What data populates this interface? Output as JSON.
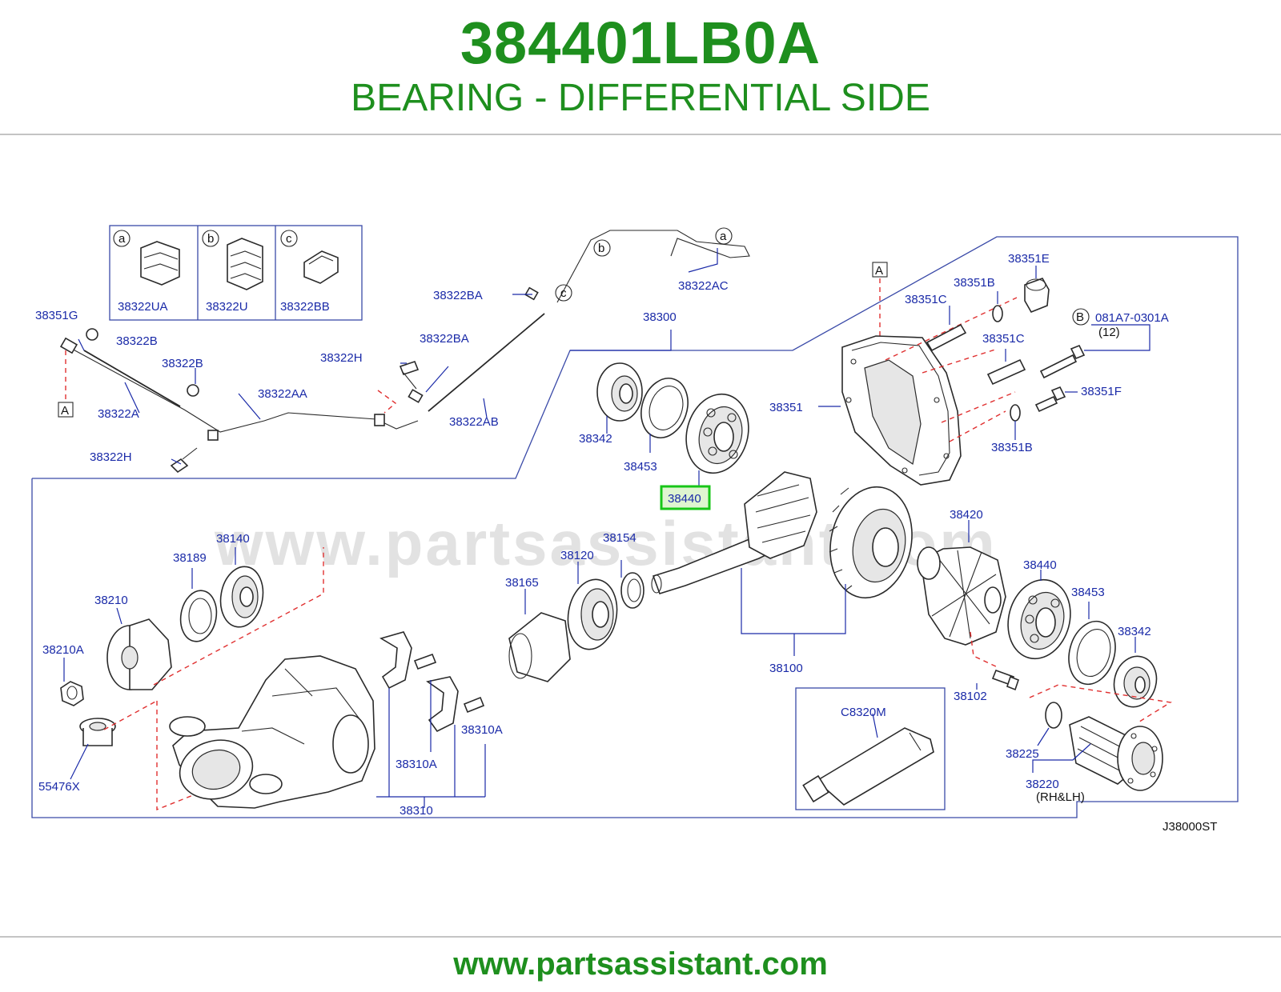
{
  "header": {
    "part_number": "384401LB0A",
    "part_title": "BEARING - DIFFERENTIAL SIDE"
  },
  "footer": {
    "url": "www.partsassistant.com"
  },
  "diagram": {
    "watermark": "www.partsassistant.com",
    "diagram_code": "J38000ST",
    "highlighted_part": "38440",
    "inset": {
      "letters": [
        "a",
        "b",
        "c"
      ],
      "labels": [
        "38322UA",
        "38322U",
        "38322BB"
      ]
    },
    "tube_callouts": [
      "a",
      "b",
      "c"
    ],
    "ref_markers": [
      "A",
      "A"
    ],
    "bolt_marker": "B",
    "grease_label": "C8320M",
    "labels": {
      "l38351G": "38351G",
      "l38322B_1": "38322B",
      "l38322B_2": "38322B",
      "l38322A": "38322A",
      "l38322H_1": "38322H",
      "l38322H_2": "38322H",
      "l38322AA": "38322AA",
      "l38322BA_1": "38322BA",
      "l38322BA_2": "38322BA",
      "l38322AB": "38322AB",
      "l38322AC": "38322AC",
      "l38300": "38300",
      "l38342_1": "38342",
      "l38453_1": "38453",
      "l38440_1": "38440",
      "l38351": "38351",
      "l38351E": "38351E",
      "l38351B_1": "38351B",
      "l38351C_1": "38351C",
      "l38351C_2": "38351C",
      "l081A7": "081A7-0301A",
      "l12": "(12)",
      "l38351F": "38351F",
      "l38351B_2": "38351B",
      "l38140": "38140",
      "l38189": "38189",
      "l38210": "38210",
      "l38210A": "38210A",
      "l55476X": "55476X",
      "l38154": "38154",
      "l38120": "38120",
      "l38165": "38165",
      "l38100": "38100",
      "l38420": "38420",
      "l38440_2": "38440",
      "l38453_2": "38453",
      "l38342_2": "38342",
      "l38102": "38102",
      "l38225": "38225",
      "l38220": "38220",
      "lRHLH": "(RH&LH)",
      "l38310A_1": "38310A",
      "l38310A_2": "38310A",
      "l38310": "38310"
    }
  }
}
